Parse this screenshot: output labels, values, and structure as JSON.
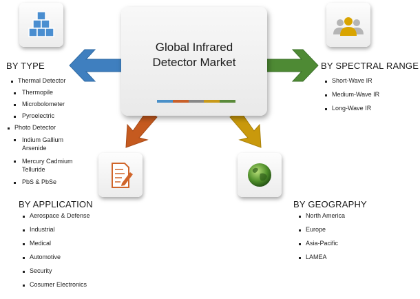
{
  "center": {
    "title": "Global Infrared\nDetector Market",
    "bar_colors": [
      "#4a90c8",
      "#c8602a",
      "#888888",
      "#c89a1a",
      "#5a8a3a"
    ]
  },
  "colors": {
    "blue": "#3f7fbf",
    "green": "#4e8a34",
    "orange": "#c55a1f",
    "gold": "#c9990c"
  },
  "icons": {
    "type": "cubes-icon",
    "spectral": "people-icon",
    "application": "document-edit-icon",
    "geography": "globe-icon"
  },
  "by_type": {
    "heading": "BY TYPE",
    "items": [
      {
        "label": "Thermal Detector",
        "level": 0
      },
      {
        "label": "Thermopile",
        "level": 1
      },
      {
        "label": "Microbolometer",
        "level": 1
      },
      {
        "label": "Pyroelectric",
        "level": 1
      },
      {
        "label": "Photo Detector",
        "level": 0
      },
      {
        "label": "Indium Gallium Arsenide",
        "level": 1
      },
      {
        "label": "Mercury Cadmium Telluride",
        "level": 1
      },
      {
        "label": "PbS & PbSe",
        "level": 1
      }
    ]
  },
  "by_spectral_range": {
    "heading": "BY SPECTRAL RANGE",
    "items": [
      "Short-Wave IR",
      "Medium-Wave IR",
      "Long-Wave IR"
    ]
  },
  "by_application": {
    "heading": "BY APPLICATION",
    "items": [
      "Aerospace & Defense",
      "Industrial",
      "Medical",
      "Automotive",
      "Security",
      "Cosumer Electronics"
    ]
  },
  "by_geography": {
    "heading": "BY GEOGRAPHY",
    "items": [
      "North America",
      "Europe",
      "Asia-Pacific",
      "LAMEA"
    ]
  }
}
